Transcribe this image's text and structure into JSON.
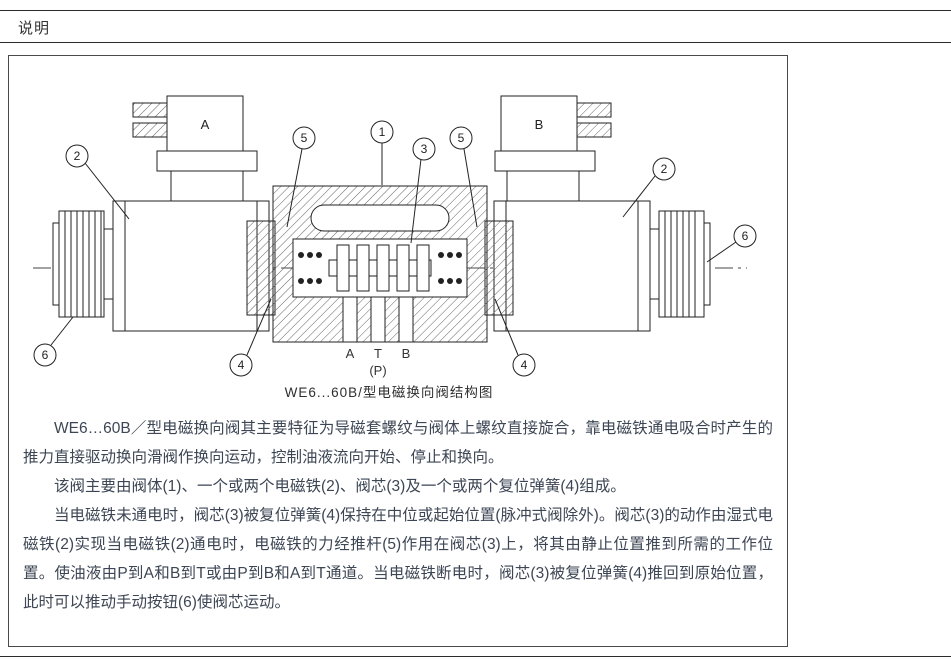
{
  "page": {
    "header": "说明"
  },
  "colors": {
    "ink": "#222222",
    "body_text": "#3d4654",
    "background": "#ffffff"
  },
  "diagram": {
    "caption": "WE6...60B/型电磁换向阀结构图",
    "coil_labels": {
      "left": "A",
      "right": "B"
    },
    "ports": {
      "a": "A",
      "t": "T",
      "b": "B",
      "p": "(P)"
    },
    "callouts": [
      "2",
      "5",
      "1",
      "3",
      "5",
      "2",
      "6",
      "6",
      "4",
      "4"
    ]
  },
  "content": {
    "paragraphs": [
      "WE6…60B／型电磁换向阀其主要特征为导磁套螺纹与阀体上螺纹直接旋合，靠电磁铁通电吸合时产生的推力直接驱动换向滑阀作换向运动，控制油液流向开始、停止和换向。",
      "该阀主要由阀体(1)、一个或两个电磁铁(2)、阀芯(3)及一个或两个复位弹簧(4)组成。",
      "当电磁铁未通电时，阀芯(3)被复位弹簧(4)保持在中位或起始位置(脉冲式阀除外)。阀芯(3)的动作由湿式电磁铁(2)实现当电磁铁(2)通电时，电磁铁的力经推杆(5)作用在阀芯(3)上，将其由静止位置推到所需的工作位置。使油液由P到A和B到T或由P到B和A到T通道。当电磁铁断电时，阀芯(3)被复位弹簧(4)推回到原始位置，此时可以推动手动按钮(6)使阀芯运动。"
    ]
  }
}
